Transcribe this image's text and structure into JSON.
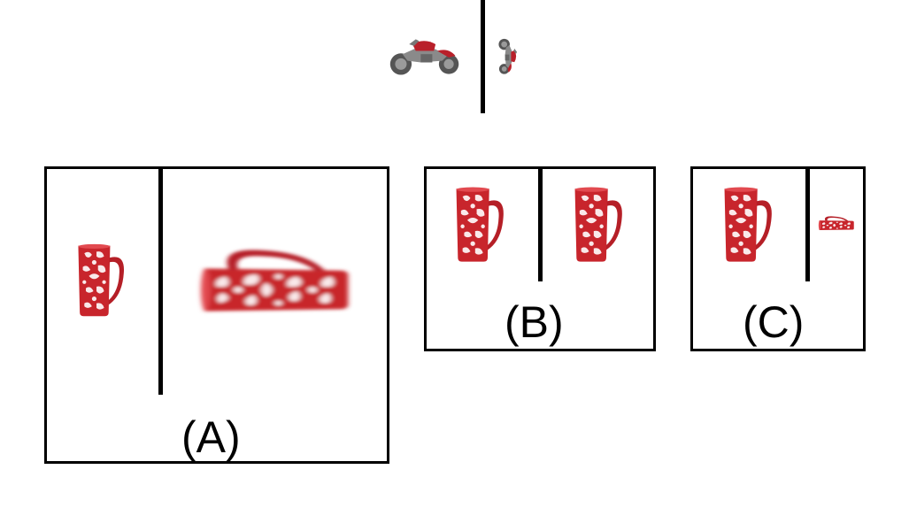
{
  "prompt": {
    "left_icon": "motorcycle-icon",
    "right_icon": "motorcycle-rotated-small-icon"
  },
  "options": [
    {
      "label": "(A)",
      "left_icon": "mug-icon",
      "right_icon": "mug-rotated-large-blurred-icon"
    },
    {
      "label": "(B)",
      "left_icon": "mug-icon",
      "right_icon": "mug-icon"
    },
    {
      "label": "(C)",
      "left_icon": "mug-icon",
      "right_icon": "mug-rotated-small-icon"
    }
  ],
  "colors": {
    "mug_red": "#c8252c",
    "mug_pattern": "#ffffff",
    "motorcycle_body": "#b9202a",
    "motorcycle_metal": "#8a8a8a",
    "divider": "#000000"
  }
}
